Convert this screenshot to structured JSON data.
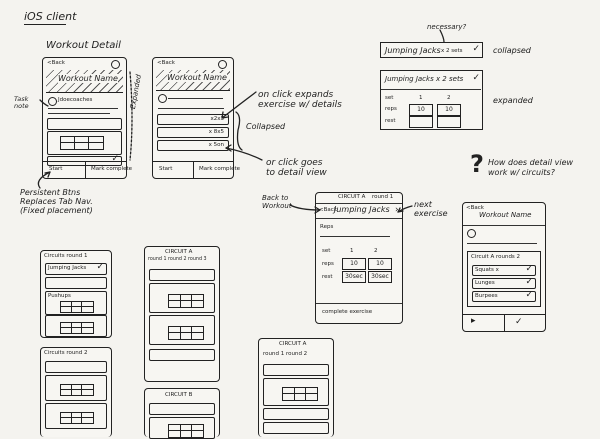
{
  "header": {
    "title": "iOS client"
  },
  "section": {
    "workout_detail": "Workout Detail"
  },
  "screen1": {
    "status": "<Back",
    "title": "Workout Name",
    "owner": "Jdoecoaches",
    "task_note": "Task note",
    "start": "Start",
    "complete": "Mark complete",
    "dotted_label": "Expanded"
  },
  "screen2": {
    "status": "<Back",
    "title": "Workout Name",
    "row1": "x2x3",
    "row2": "x 8x5",
    "row3": "x 5on"
  },
  "notes": {
    "on_click_expands": "on click expands\nexercise w/ details",
    "collapsed_bracket": "Collapsed",
    "or_click": "or click goes\nto detail view",
    "persistent": "Persistent Btns\nReplaces Tab Nav.\n(Fixed placement)",
    "necessary": "necessary?",
    "collapsed": "collapsed",
    "expanded": "expanded",
    "back_to_workout": "Back to\nWorkout",
    "next_exercise": "next\nexercise",
    "how_does": "How does detail view\nwork w/ circuits?"
  },
  "card_collapsed": {
    "title": "Jumping Jacks",
    "count": "x 2 sets"
  },
  "card_expanded": {
    "title": "Jumping Jacks x 2 sets",
    "set_label": "set",
    "reps_label": "reps",
    "rest_label": "rest",
    "col1": "1",
    "col2": "2",
    "reps1": "10",
    "reps2": "10"
  },
  "detail_view": {
    "header": "CIRCUIT A",
    "round": "round 1",
    "back": "<Back",
    "title": "Jumping Jacks",
    "section": "Reps",
    "set": "set",
    "c1": "1",
    "c2": "2",
    "reps": "reps",
    "v1": "10",
    "v2": "10",
    "rest": "rest",
    "r1": "30sec",
    "r2": "30sec",
    "complete": "complete exercise"
  },
  "circuit_phone": {
    "status": "<Back",
    "title": "Workout Name",
    "circuit": "Circuit A rounds 2",
    "r1": "Squats x",
    "r2": "Lunges",
    "r3": "Burpees"
  },
  "question_mark": "?",
  "circuits": {
    "a1_title": "Circuits round 1",
    "a1_row1": "Jumping Jacks",
    "a1_row2": "Pushups",
    "a2_title": "Circuits round 2",
    "b_title": "CIRCUIT A",
    "b_sub": "round 1  round 2  round 3",
    "c_title": "CIRCUIT B",
    "d_title": "CIRCUIT A",
    "d_sub": "round 1  round 2"
  }
}
